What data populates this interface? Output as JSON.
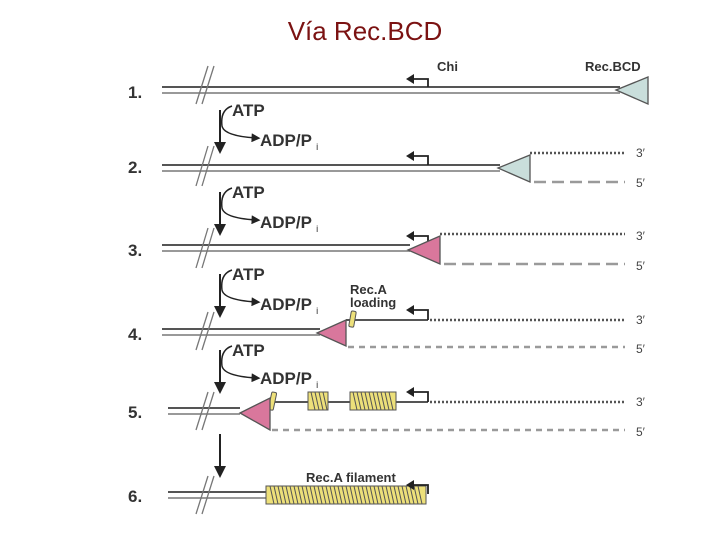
{
  "title": "Vía Rec.BCD",
  "labels": {
    "chi": "Chi",
    "recbcd": "Rec.BCD",
    "atp": "ATP",
    "adp": "ADP/P",
    "adp_sub": "i",
    "reca_loading_line1": "Rec.A",
    "reca_loading_line2": "loading",
    "reca_filament": "Rec.A filament",
    "end_3": "3′",
    "end_5": "5′"
  },
  "steps": [
    "1.",
    "2.",
    "3.",
    "4.",
    "5.",
    "6."
  ],
  "colors": {
    "title": "#7b1212",
    "recbcd_intact": "#c9dedb",
    "recbcd_modified": "#d9779c",
    "reca": "#ede07a",
    "dna_dark": "#555555",
    "dna_light": "#9a9a9a"
  }
}
